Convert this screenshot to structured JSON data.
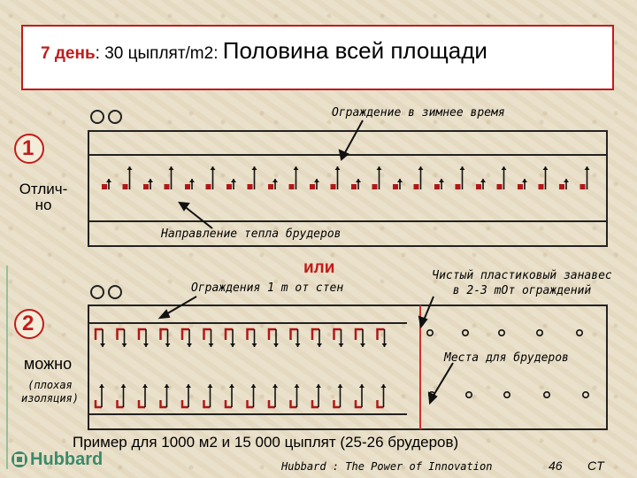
{
  "title": {
    "day": "7 день",
    "density": ": 30 цыплят/m2: ",
    "half": "Половина всей площади"
  },
  "section1": {
    "number": "1",
    "rating": "Отлич-\nно",
    "winter_fence": "Ограждение в зимнее время",
    "heat_direction": "Направление тепла брудеров"
  },
  "or_label": "или",
  "section2": {
    "number": "2",
    "rating": "можно",
    "note": "(плохая\nизоляция)",
    "fence_1m": "Ограждения 1 m от стен",
    "curtain": "Чистый пластиковый занавес\nв 2-3 mОт ограждений",
    "brooder_places": "Места для брудеров"
  },
  "example": "Пример для 1000 м2 и 15 000 цыплят (25-26 брудеров)",
  "footer": {
    "logo": "Hubbard",
    "tagline": "Hubbard : The Power of Innovation",
    "page": "46",
    "initials": "CT"
  },
  "colors": {
    "accent_red": "#c21b1b",
    "brooder_red": "#b01818",
    "logo_green": "#3a8a6a"
  }
}
